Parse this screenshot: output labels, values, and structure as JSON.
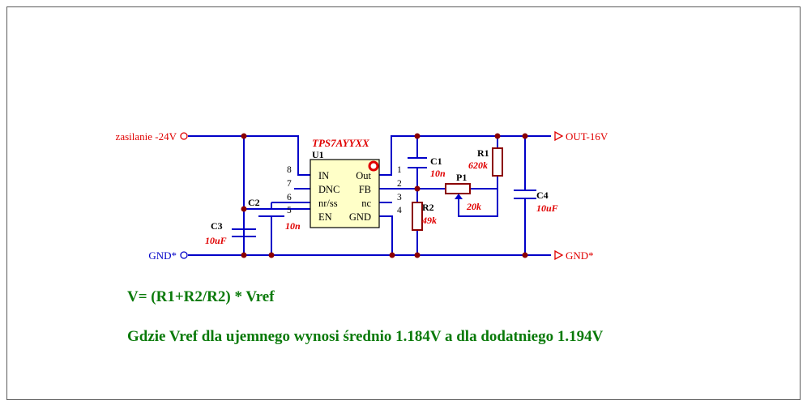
{
  "ports": {
    "supply": "zasilanie -24V",
    "gnd_in": "GND*",
    "out": "OUT-16V",
    "gnd_out": "GND*"
  },
  "ic": {
    "part": "TPS7AYYXX",
    "ref": "U1",
    "pins_left": [
      "IN",
      "DNC",
      "nr/ss",
      "EN"
    ],
    "pins_right": [
      "Out",
      "FB",
      "nc",
      "GND"
    ],
    "pin_numbers_left": [
      "8",
      "7",
      "6",
      "5"
    ],
    "pin_numbers_right": [
      "1",
      "2",
      "3",
      "4"
    ]
  },
  "components": {
    "c1": {
      "ref": "C1",
      "value": "10n"
    },
    "c2": {
      "ref": "C2",
      "value": "10n"
    },
    "c3": {
      "ref": "C3",
      "value": "10uF"
    },
    "c4": {
      "ref": "C4",
      "value": "10uF"
    },
    "r1": {
      "ref": "R1",
      "value": "620k"
    },
    "r2": {
      "ref": "R2",
      "value": "49k"
    },
    "p1": {
      "ref": "P1",
      "value": "20k"
    }
  },
  "notes": {
    "formula": "V= (R1+R2/R2) * Vref",
    "description": "Gdzie Vref dla ujemnego wynosi średnio 1.184V a dla dodatniego 1.194V"
  },
  "colors": {
    "wire": "#0000c8",
    "junction": "#8b0000",
    "ic_fill": "#ffffc8",
    "label_red": "#e00000",
    "note_green": "#0a7a0a",
    "gnd_label": "#0000c8"
  }
}
